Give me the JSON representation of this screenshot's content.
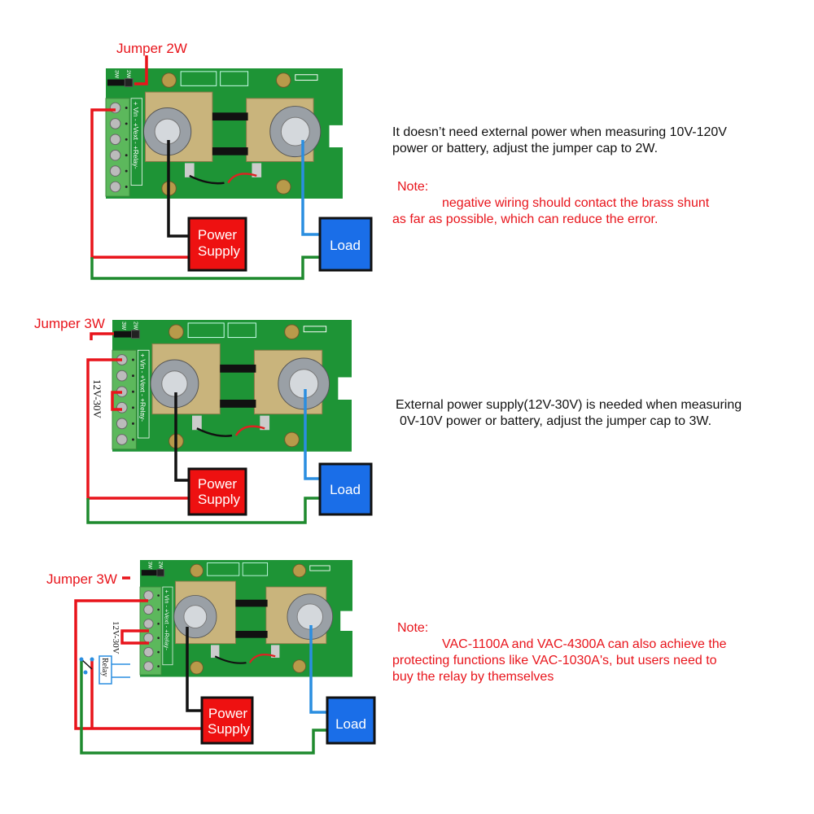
{
  "panels": [
    {
      "jumper_label": "Jumper 2W",
      "power_supply": [
        "Power",
        "Supply"
      ],
      "load": "Load",
      "description": [
        "It doesn’t need external power when measuring 10V-120V",
        "power or battery, adjust the jumper cap to 2W."
      ],
      "note_title": "Note:",
      "note": [
        "negative wiring should contact the brass shunt",
        "as far as possible, which can reduce the error."
      ]
    },
    {
      "jumper_label": "Jumper 3W",
      "power_supply": [
        "Power",
        "Supply"
      ],
      "load": "Load",
      "supply_range": "12V-30V",
      "description": [
        "External power supply(12V-30V) is needed when measuring",
        "0V-10V power or battery, adjust the jumper cap to 3W."
      ]
    },
    {
      "jumper_label": "Jumper 3W",
      "power_supply": [
        "Power",
        "Supply"
      ],
      "load": "Load",
      "supply_range": "12V-30V",
      "relay_label": "Relay",
      "note_title": "Note:",
      "note": [
        "VAC-1100A and VAC-4300A can also achieve the",
        "protecting functions like VAC-1030A's, but users need to",
        "buy the relay by themselves"
      ]
    }
  ],
  "board_labels": {
    "jumper_pins": [
      "3W",
      "2W"
    ],
    "terminals": "+ Vin - +Vext - +Relay-"
  },
  "colors": {
    "board": "#1e9436",
    "terminal": "#5cb85c",
    "brass": "#c9b47c",
    "power": "#ee1111",
    "load": "#1a6ee8",
    "wire_red": "#e8141b",
    "wire_green": "#1e8a2e",
    "wire_blue": "#2a8ee0"
  }
}
